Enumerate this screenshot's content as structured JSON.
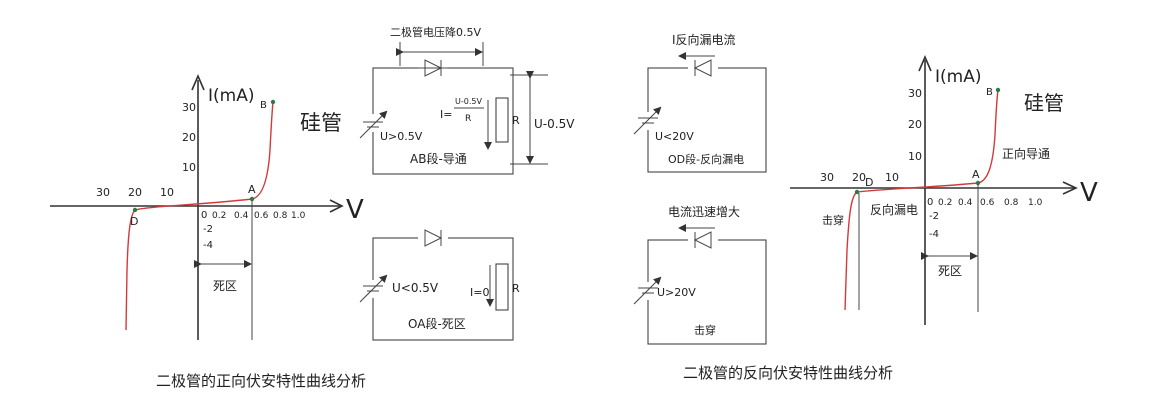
{
  "left": {
    "graph": {
      "y_label": "I(mA)",
      "x_label": "V",
      "y_ticks": [
        "30",
        "20",
        "10"
      ],
      "y_neg_ticks": [
        "-2",
        "-4"
      ],
      "x_pos_ticks": [
        "0.2",
        "0.4",
        "0.6",
        "0.8",
        "1.0"
      ],
      "x_neg_ticks": [
        "30",
        "20",
        "10"
      ],
      "origin": "0",
      "point_a": "A",
      "point_b": "B",
      "point_d": "D",
      "material": "硅管",
      "dead_zone": "死区"
    },
    "circuit_ab": {
      "drop_label": "二极管电压降0.5V",
      "source_label": "U>0.5V",
      "current_num": "U-0.5V",
      "current_den": "R",
      "current_prefix": "I=",
      "resistor": "R",
      "output": "U-0.5V",
      "caption": "AB段-导通"
    },
    "circuit_oa": {
      "source_label": "U<0.5V",
      "current": "I=0",
      "resistor": "R",
      "caption": "OA段-死区"
    },
    "title": "二极管的正向伏安特性曲线分析"
  },
  "right": {
    "circuit_od": {
      "top_label": "I反向漏电流",
      "source_label": "U<20V",
      "caption": "OD段-反向漏电"
    },
    "circuit_bd": {
      "top_label": "电流迅速增大",
      "source_label": "U>20V",
      "caption": "击穿"
    },
    "graph": {
      "y_label": "I(mA)",
      "x_label": "V",
      "y_ticks": [
        "30",
        "20",
        "10"
      ],
      "y_neg_ticks": [
        "-2",
        "-4"
      ],
      "x_pos_ticks": [
        "0.2",
        "0.4",
        "0.6",
        "0.8",
        "1.0"
      ],
      "x_neg_ticks": [
        "30",
        "20",
        "10"
      ],
      "origin": "0",
      "point_a": "A",
      "point_b": "B",
      "point_d": "D",
      "material": "硅管",
      "forward_on": "正向导通",
      "reverse_leak": "反向漏电",
      "breakdown": "击穿",
      "dead_zone": "死区"
    },
    "title": "二极管的反向伏安特性曲线分析"
  },
  "colors": {
    "curve": "#d23a3a",
    "axis": "#333333"
  }
}
